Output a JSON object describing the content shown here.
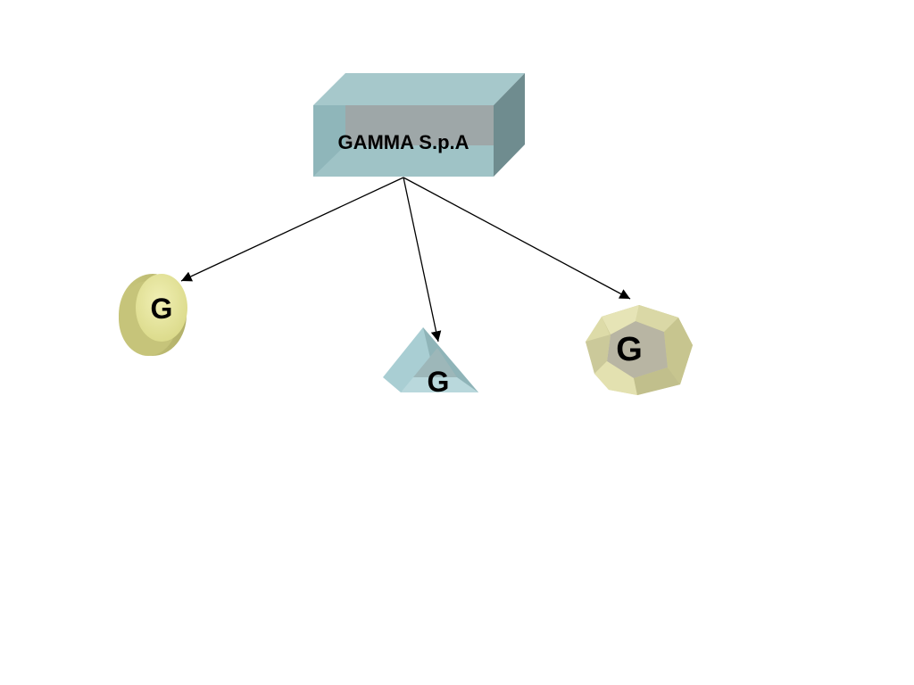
{
  "root": {
    "label": "GAMMA S.p.A",
    "color": "#8fbcbf"
  },
  "children": [
    {
      "label": "G",
      "shape": "cylinder",
      "color": "#e4e296"
    },
    {
      "label": "G",
      "shape": "pyramid",
      "color": "#a8cdd2"
    },
    {
      "label": "G",
      "shape": "pentagon-gem",
      "color": "#d4d2a0"
    }
  ],
  "edges": [
    {
      "from": "root",
      "to": 0
    },
    {
      "from": "root",
      "to": 1
    },
    {
      "from": "root",
      "to": 2
    }
  ]
}
